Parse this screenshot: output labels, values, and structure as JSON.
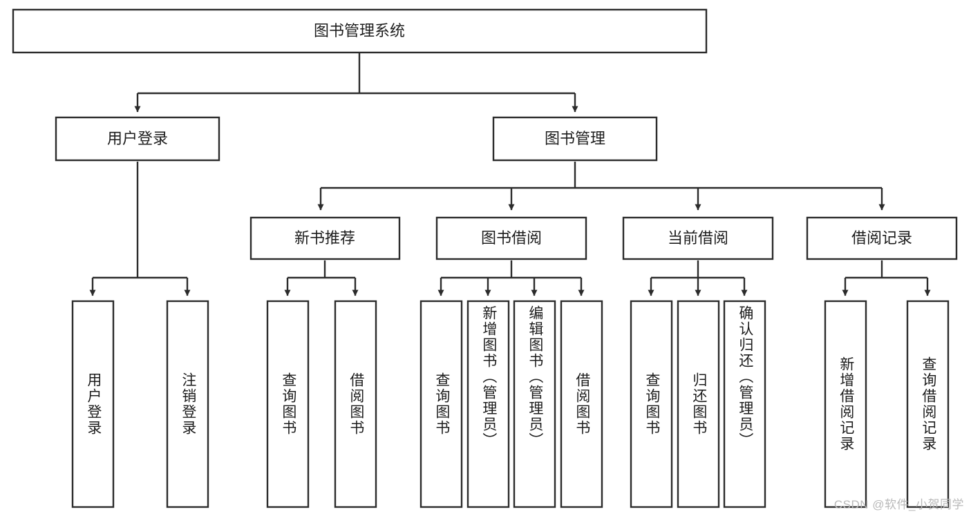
{
  "diagram": {
    "type": "tree-hierarchy-diagram",
    "title_node": {
      "label": "图书管理系统"
    },
    "level2": [
      {
        "label": "用户登录"
      },
      {
        "label": "图书管理"
      }
    ],
    "level3": [
      {
        "label": "新书推荐"
      },
      {
        "label": "图书借阅"
      },
      {
        "label": "当前借阅"
      },
      {
        "label": "借阅记录"
      }
    ],
    "leaves": {
      "user_login": [
        {
          "label": "用户登录"
        },
        {
          "label": "注销登录"
        }
      ],
      "new_book_recommend": [
        {
          "label": "查询图书"
        },
        {
          "label": "借阅图书"
        }
      ],
      "book_borrow": [
        {
          "label": "查询图书"
        },
        {
          "label": "新增图书（管理员）"
        },
        {
          "label": "编辑图书（管理员）"
        },
        {
          "label": "借阅图书"
        }
      ],
      "current_borrow": [
        {
          "label": "查询图书"
        },
        {
          "label": "归还图书"
        },
        {
          "label": "确认归还（管理员）"
        }
      ],
      "borrow_record": [
        {
          "label": "新增借阅记录"
        },
        {
          "label": "查询借阅记录"
        }
      ]
    }
  },
  "watermark": {
    "text": "CSDN @软件_小贺同学"
  },
  "colors": {
    "box_stroke": "#2b2b2b",
    "box_fill": "#ffffff",
    "text": "#1c1c1c",
    "watermark": "#b9b9b9",
    "background": "#ffffff"
  }
}
